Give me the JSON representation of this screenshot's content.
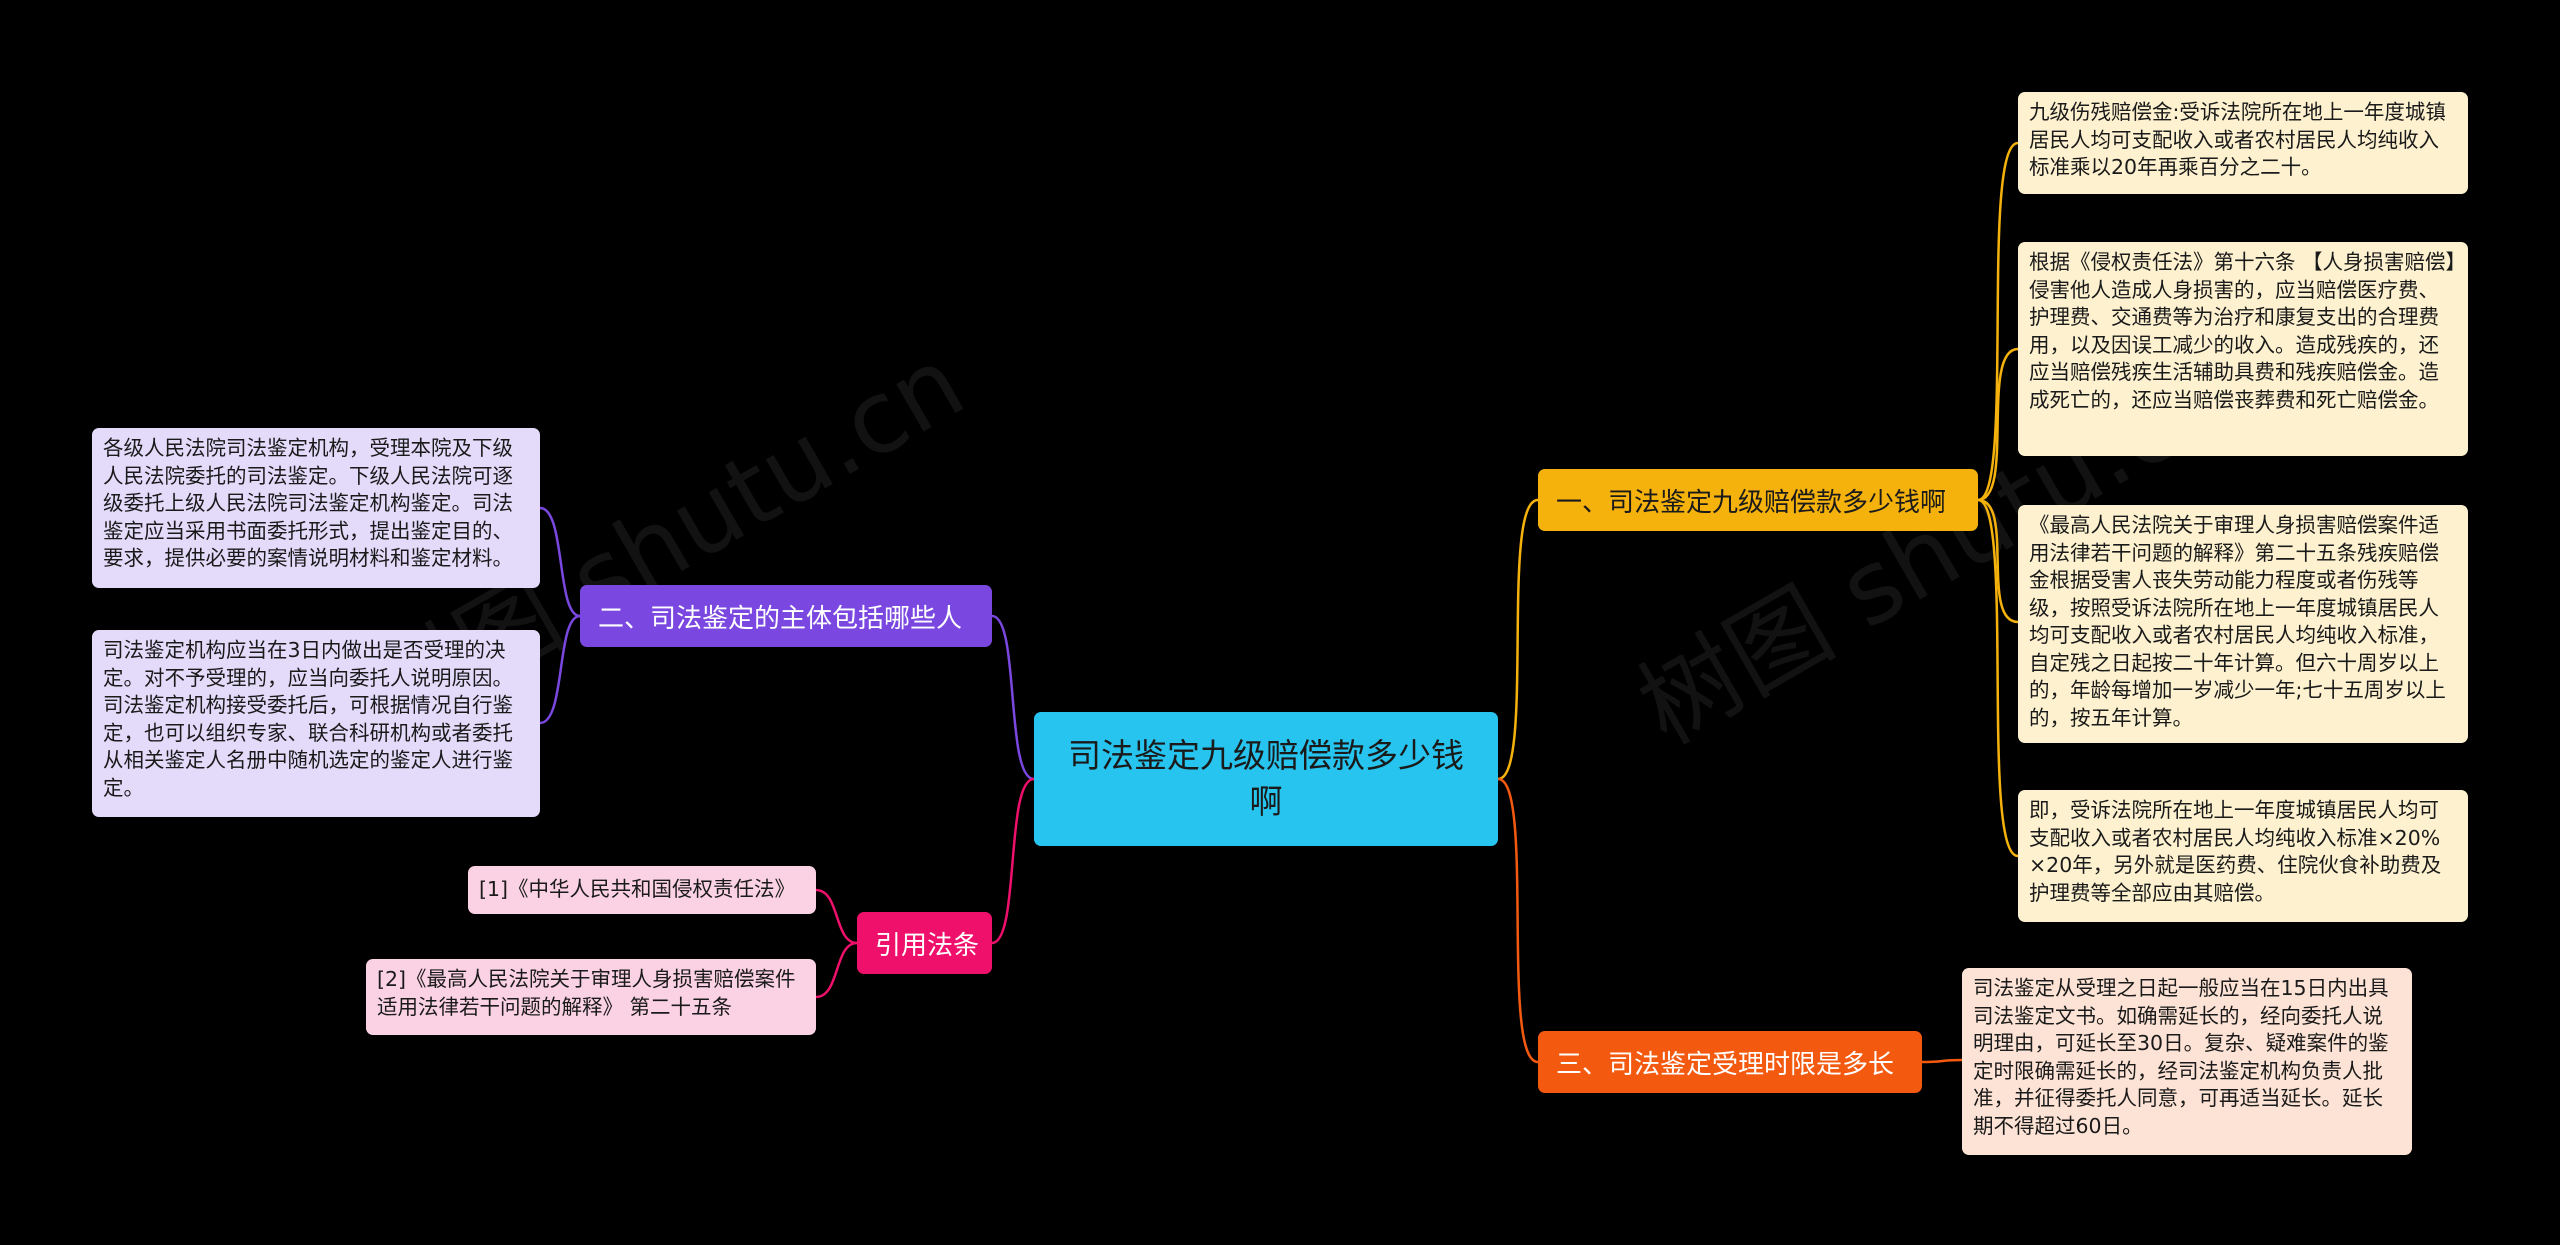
{
  "root": {
    "label": "司法鉴定九级赔偿款多少钱啊"
  },
  "branches": {
    "b1": {
      "label": "一、司法鉴定九级赔偿款多少钱啊",
      "leaves": [
        "九级伤残赔偿金:受诉法院所在地上一年度城镇居民人均可支配收入或者农村居民人均纯收入标准乘以20年再乘百分之二十。",
        "根据《侵权责任法》第十六条 【人身损害赔偿】侵害他人造成人身损害的，应当赔偿医疗费、护理费、交通费等为治疗和康复支出的合理费用，以及因误工减少的收入。造成残疾的，还应当赔偿残疾生活辅助具费和残疾赔偿金。造成死亡的，还应当赔偿丧葬费和死亡赔偿金。",
        "《最高人民法院关于审理人身损害赔偿案件适用法律若干问题的解释》第二十五条残疾赔偿金根据受害人丧失劳动能力程度或者伤残等级，按照受诉法院所在地上一年度城镇居民人均可支配收入或者农村居民人均纯收入标准，自定残之日起按二十年计算。但六十周岁以上的，年龄每增加一岁减少一年;七十五周岁以上的，按五年计算。",
        "即，受诉法院所在地上一年度城镇居民人均可支配收入或者农村居民人均纯收入标准×20%×20年，另外就是医药费、住院伙食补助费及护理费等全部应由其赔偿。"
      ]
    },
    "b3": {
      "label": "三、司法鉴定受理时限是多长",
      "leaves": [
        "司法鉴定从受理之日起一般应当在15日内出具司法鉴定文书。如确需延长的，经向委托人说明理由，可延长至30日。复杂、疑难案件的鉴定时限确需延长的，经司法鉴定机构负责人批准，并征得委托人同意，可再适当延长。延长期不得超过60日。"
      ]
    },
    "b2": {
      "label": "二、司法鉴定的主体包括哪些人",
      "leaves": [
        "各级人民法院司法鉴定机构，受理本院及下级人民法院委托的司法鉴定。下级人民法院可逐级委托上级人民法院司法鉴定机构鉴定。司法鉴定应当采用书面委托形式，提出鉴定目的、要求，提供必要的案情说明材料和鉴定材料。",
        "司法鉴定机构应当在3日内做出是否受理的决定。对不予受理的，应当向委托人说明原因。司法鉴定机构接受委托后，可根据情况自行鉴定，也可以组织专家、联合科研机构或者委托从相关鉴定人名册中随机选定的鉴定人进行鉴定。"
      ]
    },
    "b4": {
      "label": "引用法条",
      "leaves": [
        "[1]《中华人民共和国侵权责任法》",
        "[2]《最高人民法院关于审理人身损害赔偿案件适用法律若干问题的解释》 第二十五条"
      ]
    }
  },
  "colors": {
    "background": "#000000",
    "root": "#26c4ee",
    "branch_orange": "#f5b20c",
    "branch_red": "#f35a10",
    "branch_purple": "#7a48e0",
    "branch_pink": "#ee106a",
    "leaf_yellow": "#fdf1cf",
    "leaf_peach": "#fde3d5",
    "leaf_lavender": "#e4dbfb",
    "leaf_pink": "#fbd2e3"
  }
}
